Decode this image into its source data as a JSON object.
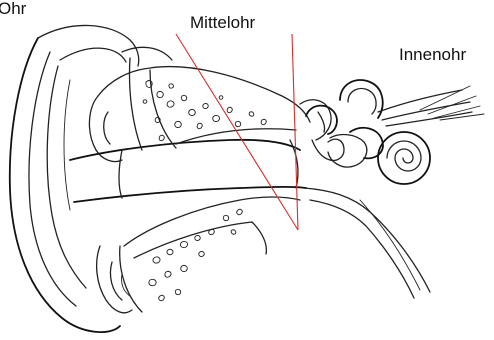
{
  "labels": {
    "outer_ear": "Ohr",
    "middle_ear": "Mittelohr",
    "inner_ear": "Innenohr"
  },
  "colors": {
    "pointer_lines": "#d03030",
    "line_art": "#222222",
    "background": "#ffffff"
  }
}
